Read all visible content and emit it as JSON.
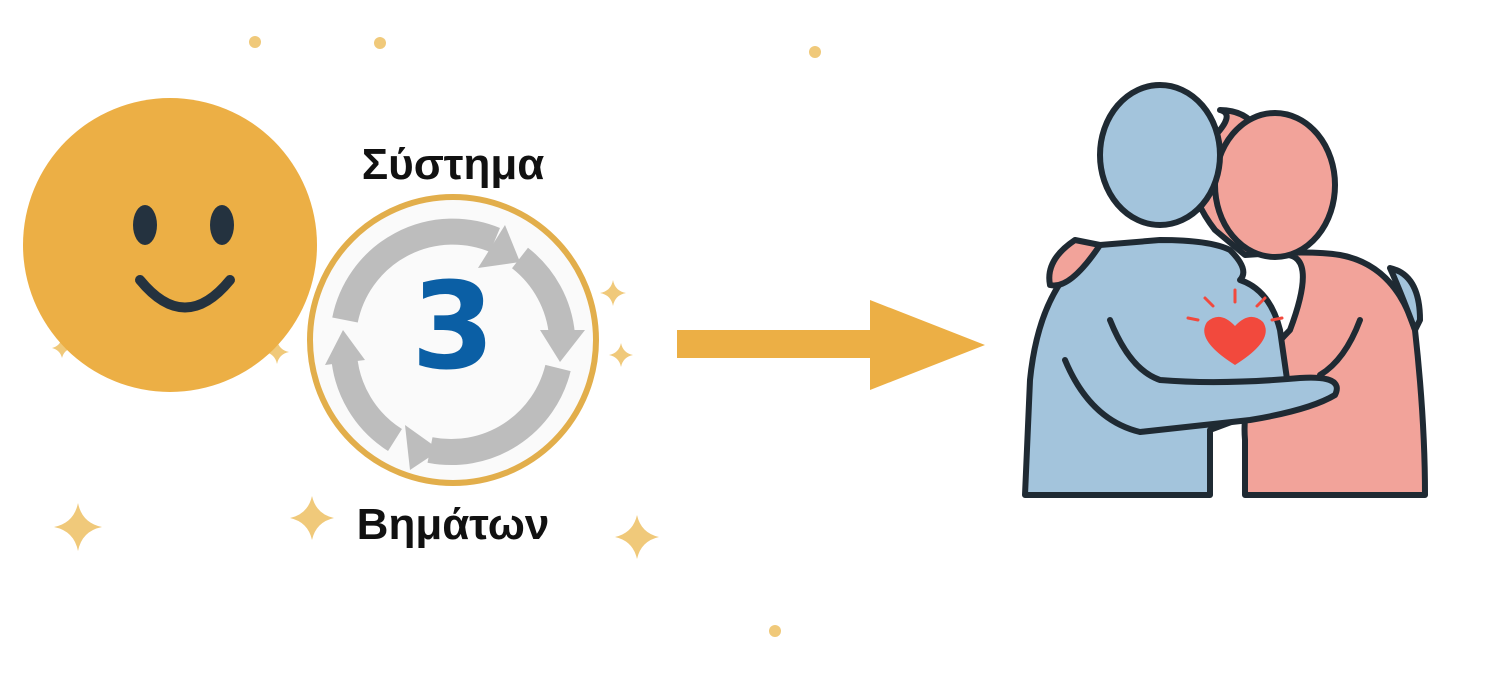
{
  "title_top": "Σύστημα",
  "title_bottom": "Βημάτων",
  "step_number": "3",
  "colors": {
    "smiley": "#ECAF45",
    "ring": "#E2AE4B",
    "number": "#0B5FA5",
    "cycle_arrows": "#BDBDBD",
    "arrow": "#ECAF45",
    "person_blue": "#A3C4DC",
    "person_pink": "#F2A39A",
    "heart": "#F2493D",
    "sparkle": "#F0C97A",
    "outline": "#1F2A33"
  }
}
